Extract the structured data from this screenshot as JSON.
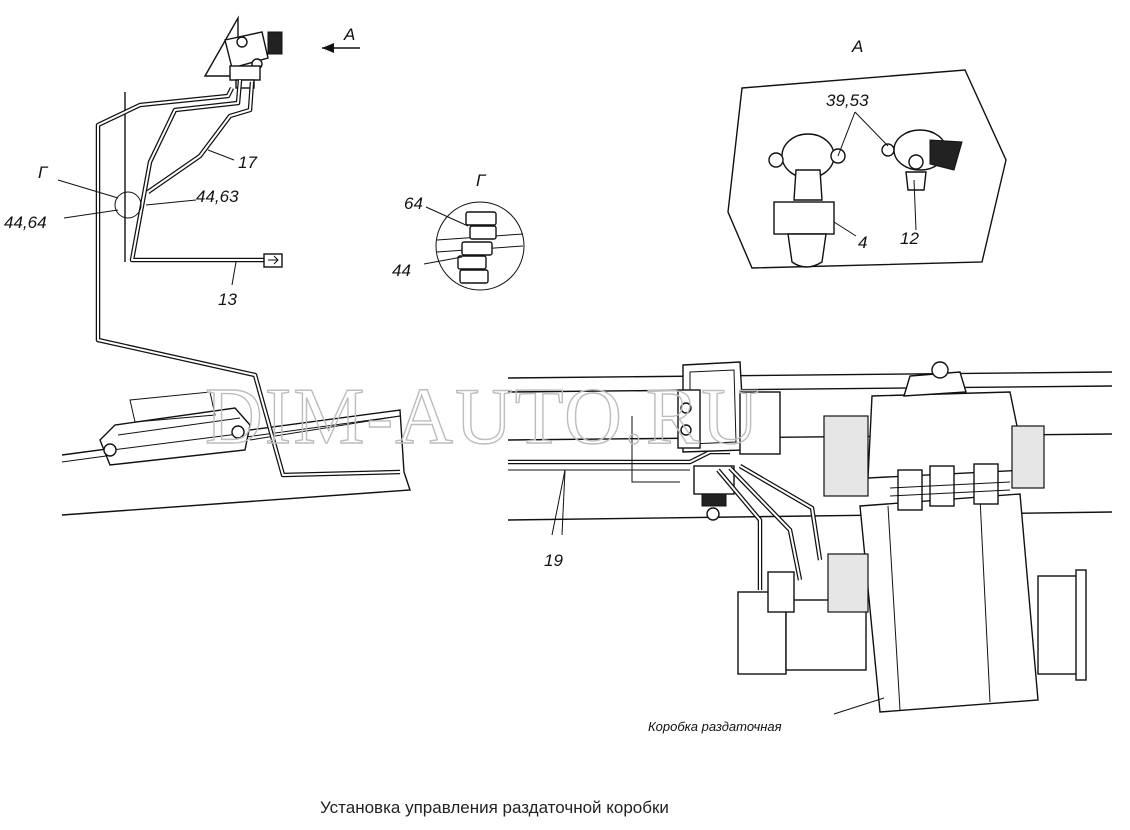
{
  "labels": {
    "view_a_arrow": "А",
    "view_a_title": "А",
    "view_g_title": "Г",
    "g_marker": "Г",
    "l_17": "17",
    "l_44_63": "44,63",
    "l_44_64": "44,64",
    "l_13": "13",
    "l_64": "64",
    "l_44": "44",
    "l_39_53": "39,53",
    "l_4": "4",
    "l_12": "12",
    "l_19": "19",
    "transfer_case": "Коробка раздаточная"
  },
  "watermark": "DIM-AUTO.RU",
  "caption": "Установка управления раздаточной коробки"
}
